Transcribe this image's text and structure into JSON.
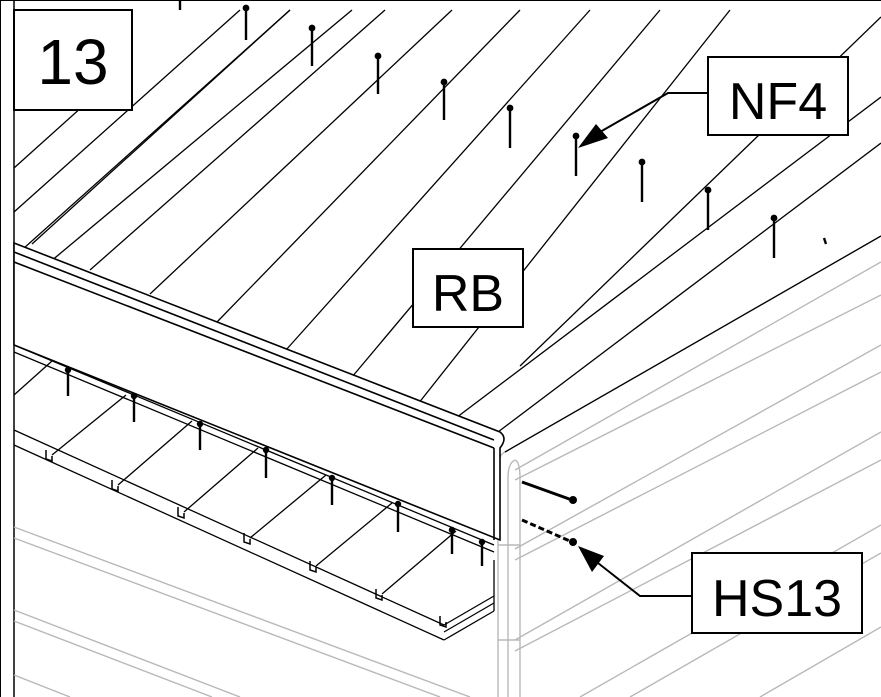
{
  "step": {
    "number": "13"
  },
  "labels": {
    "nail": "NF4",
    "board": "RB",
    "screw": "HS13"
  }
}
